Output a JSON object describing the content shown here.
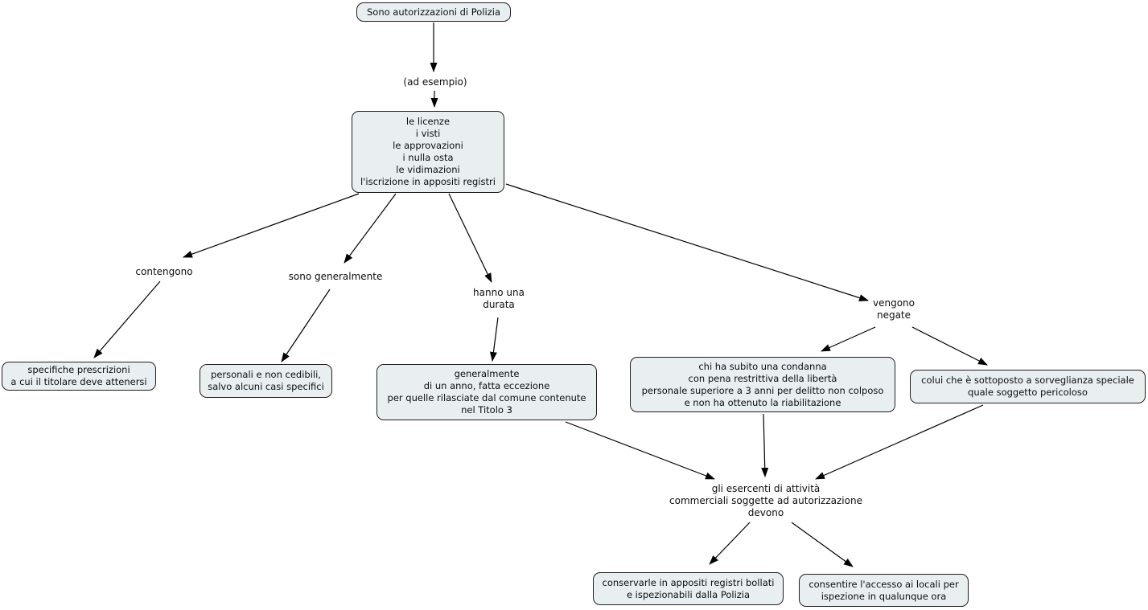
{
  "diagram": {
    "type": "concept-map",
    "language": "it",
    "colors": {
      "background": "#ffffff",
      "node_fill": "#e9eff1",
      "node_border": "#1f1f1f",
      "arrow": "#000000",
      "text": "#0d0d0d"
    },
    "nodes": [
      {
        "id": "root",
        "text": "Sono autorizzazioni di Polizia"
      },
      {
        "id": "tipi",
        "text": "le licenze\ni visti\nle approvazioni\ni nulla osta\nle vidimazioni\nl'iscrizione in appositi registri"
      },
      {
        "id": "prescrizioni",
        "text": "specifiche prescrizioni\na cui il titolare deve attenersi"
      },
      {
        "id": "personali",
        "text": "personali e non cedibili,\nsalvo alcuni casi specifici"
      },
      {
        "id": "durata",
        "text": "generalmente\ndi un anno, fatta eccezione\nper quelle rilasciate dal comune contenute\nnel Titolo 3"
      },
      {
        "id": "condanna",
        "text": "chi ha subito una condanna\ncon pena restrittiva della libertà\npersonale superiore a 3 anni per delitto non colposo\ne non ha ottenuto la riabilitazione"
      },
      {
        "id": "sorveglianza",
        "text": "colui che è sottoposto a sorveglianza speciale\nquale soggetto pericoloso"
      },
      {
        "id": "conservarle",
        "text": "conservarle in appositi registri bollati\ne ispezionabili dalla Polizia"
      },
      {
        "id": "consentire",
        "text": "consentire l'accesso ai locali per\nispezione in qualunque ora"
      }
    ],
    "labels": [
      {
        "id": "ad-esempio",
        "text": "(ad esempio)"
      },
      {
        "id": "contengono",
        "text": "contengono"
      },
      {
        "id": "sono-generalmente",
        "text": "sono generalmente"
      },
      {
        "id": "hanno-una-durata",
        "text": "hanno una\ndurata"
      },
      {
        "id": "vengono-negate",
        "text": "vengono\nnegate"
      },
      {
        "id": "esercenti",
        "text": "gli esercenti di attività\ncommerciali soggette ad autorizzazione\ndevono"
      }
    ],
    "edges": [
      {
        "from": "root",
        "via": "(ad esempio)",
        "to": "tipi"
      },
      {
        "from": "tipi",
        "via": "contengono",
        "to": "prescrizioni"
      },
      {
        "from": "tipi",
        "via": "sono generalmente",
        "to": "personali"
      },
      {
        "from": "tipi",
        "via": "hanno una durata",
        "to": "durata"
      },
      {
        "from": "tipi",
        "via": "vengono negate",
        "to": "condanna"
      },
      {
        "from": "tipi",
        "via": "vengono negate",
        "to": "sorveglianza"
      },
      {
        "from": "durata",
        "via": "",
        "to": "esercenti"
      },
      {
        "from": "condanna",
        "via": "",
        "to": "esercenti"
      },
      {
        "from": "sorveglianza",
        "via": "",
        "to": "esercenti"
      },
      {
        "from": "esercenti",
        "via": "",
        "to": "conservarle"
      },
      {
        "from": "esercenti",
        "via": "",
        "to": "consentire"
      }
    ]
  }
}
